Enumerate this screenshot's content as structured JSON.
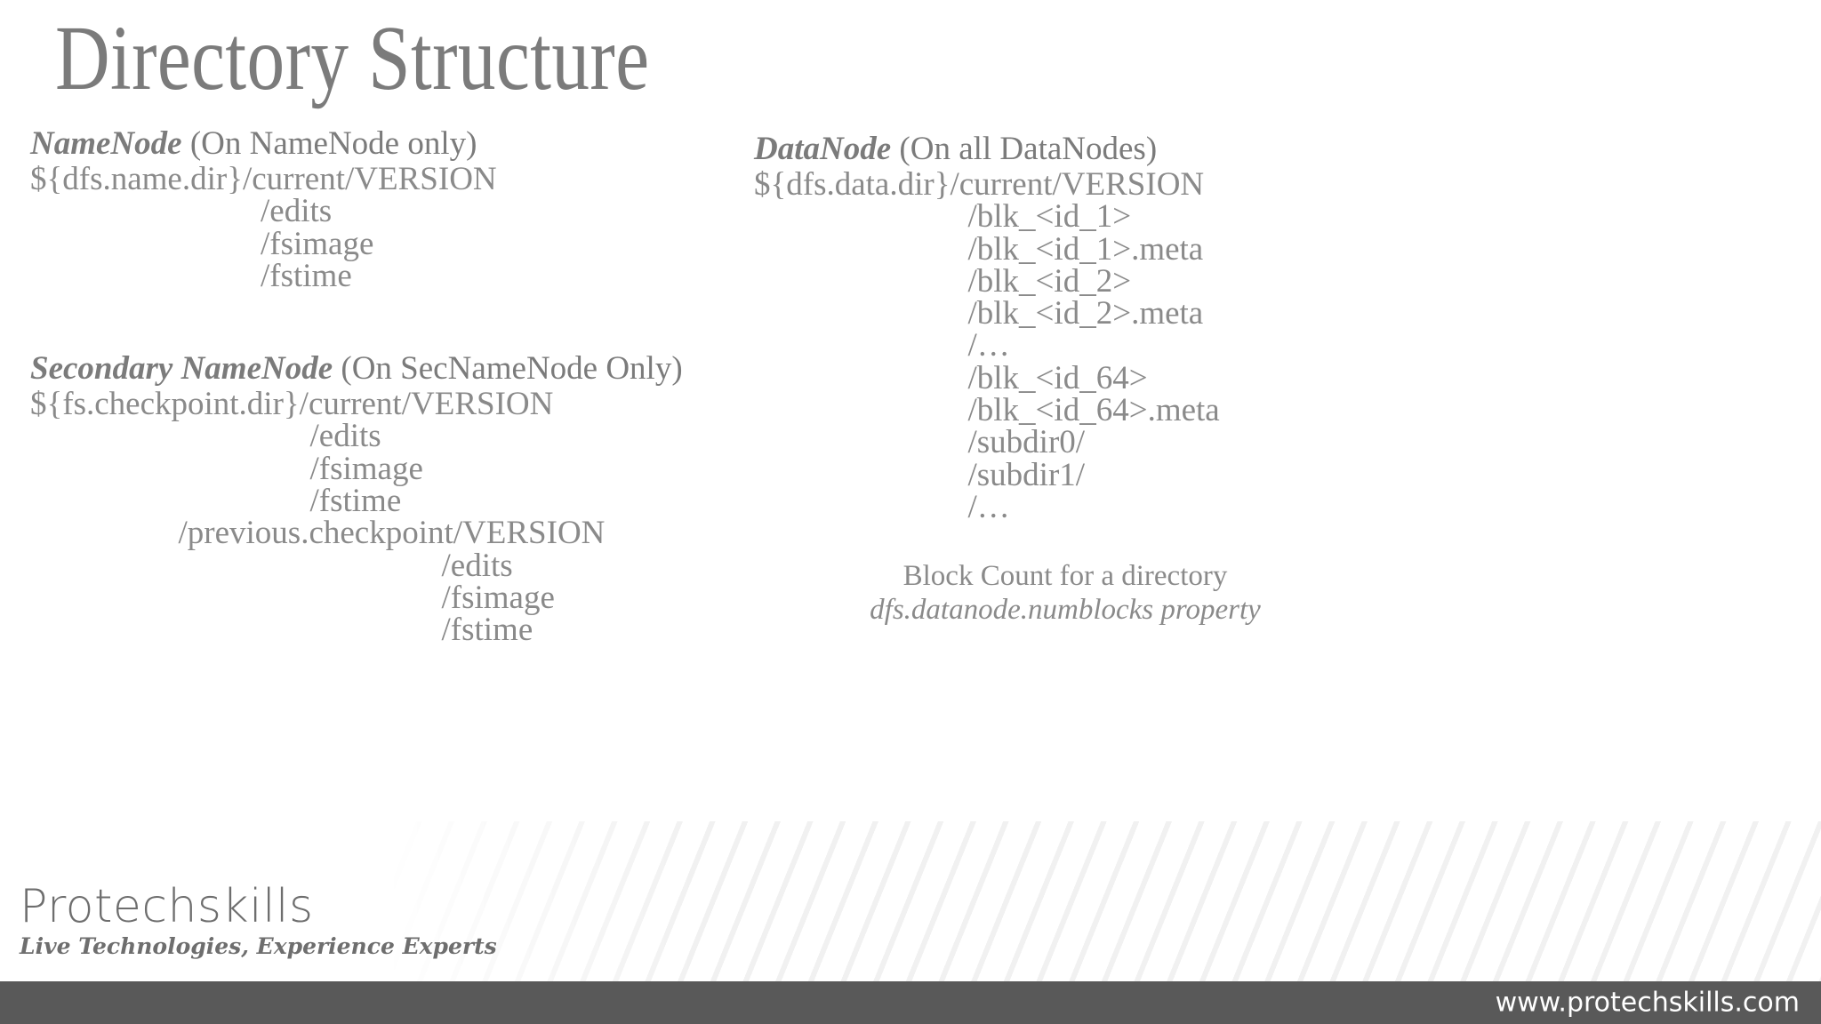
{
  "slide": {
    "title": "Directory Structure"
  },
  "left_column": {
    "namenode": {
      "term": "NameNode",
      "paren": " (On NameNode only)",
      "lines": [
        "${dfs.name.dir}/current/VERSION",
        "                            /edits",
        "                            /fsimage",
        "                            /fstime"
      ]
    },
    "secondary_namenode": {
      "term": "Secondary NameNode",
      "paren": " (On SecNameNode Only)",
      "lines": [
        "${fs.checkpoint.dir}/current/VERSION",
        "                                  /edits",
        "                                  /fsimage",
        "                                  /fstime",
        "                  /previous.checkpoint/VERSION",
        "                                                  /edits",
        "                                                  /fsimage",
        "                                                  /fstime"
      ]
    }
  },
  "right_column": {
    "datanode": {
      "term": "DataNode",
      "paren": " (On all DataNodes)",
      "lines": [
        "${dfs.data.dir}/current/VERSION",
        "                          /blk_<id_1>",
        "                          /blk_<id_1>.meta",
        "                          /blk_<id_2>",
        "                          /blk_<id_2>.meta",
        "                          /…",
        "                          /blk_<id_64>",
        "                          /blk_<id_64>.meta",
        "                          /subdir0/",
        "                          /subdir1/",
        "                          /…"
      ]
    },
    "note": {
      "line1": "Block Count for a directory",
      "line2": "dfs.datanode.numblocks property"
    }
  },
  "footer": {
    "brand_name": "Protechskills",
    "brand_tagline": "Live Technologies, Experience Experts",
    "url": "www.protechskills.com"
  },
  "colors": {
    "text_gray": "#808080",
    "title_gray": "#7b7b7b",
    "url_bar": "#595959",
    "url_text": "#ffffff"
  }
}
